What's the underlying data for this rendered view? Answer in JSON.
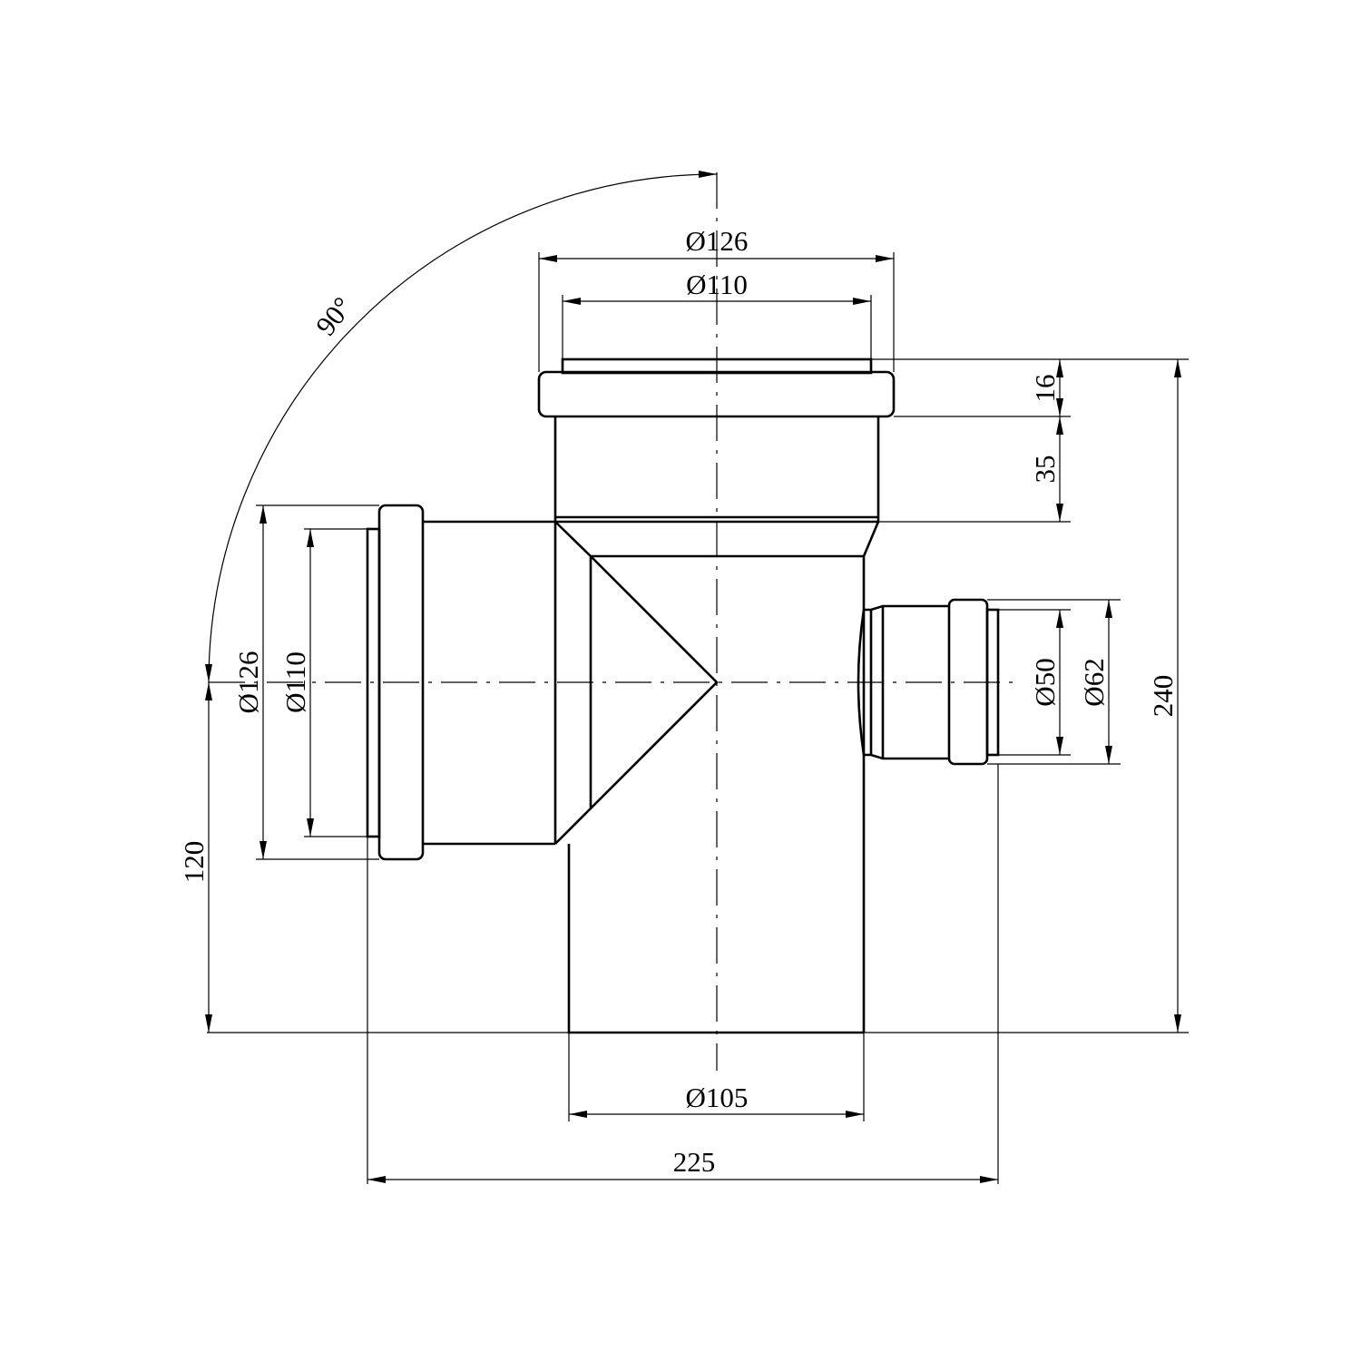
{
  "drawing": {
    "title": "Tee fitting with side branch",
    "stroke_color": "#000000",
    "background": "#ffffff"
  },
  "dimensions": {
    "angle": "90°",
    "top_outer_diameter": "Ø126",
    "top_inner_diameter": "Ø110",
    "socket_ring_height": "16",
    "socket_depth": "35",
    "total_height": "240",
    "side_inner_diameter": "Ø50",
    "side_outer_diameter": "Ø62",
    "left_outer_diameter": "Ø126",
    "left_inner_diameter": "Ø110",
    "branch_height": "120",
    "bottom_diameter": "Ø105",
    "total_width": "225"
  }
}
